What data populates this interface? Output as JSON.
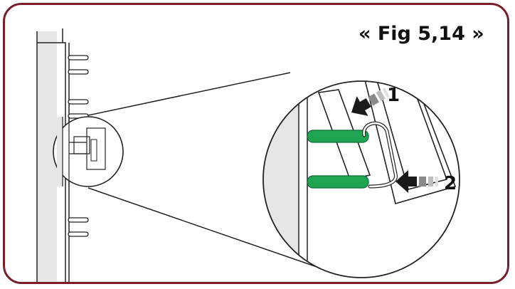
{
  "figure": {
    "label": "« Fig 5,14 »"
  },
  "steps": [
    {
      "number": "1"
    },
    {
      "number": "2"
    }
  ],
  "colors": {
    "frame_border": "#7a1e2c",
    "rod": "#1fa552",
    "panel": "#e6e6e6",
    "arrow": "#1a1a1a"
  }
}
